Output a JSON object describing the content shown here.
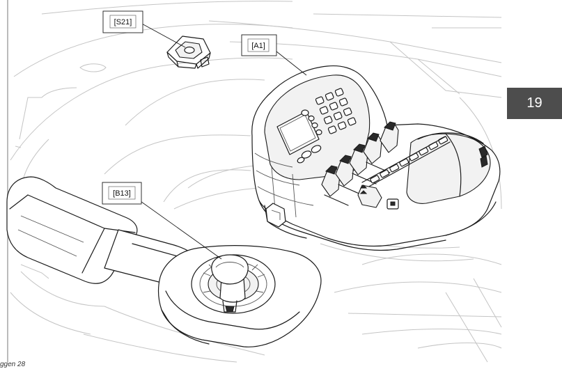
{
  "callouts": {
    "s21": "[S21]",
    "a1": "[A1]",
    "b13": "[B13]"
  },
  "page_number": "19",
  "figure_caption": "ggen 28",
  "colors": {
    "tab_background": "#4d4d4d",
    "line": "#1a1a1a",
    "background_line": "#c4c4c4"
  }
}
